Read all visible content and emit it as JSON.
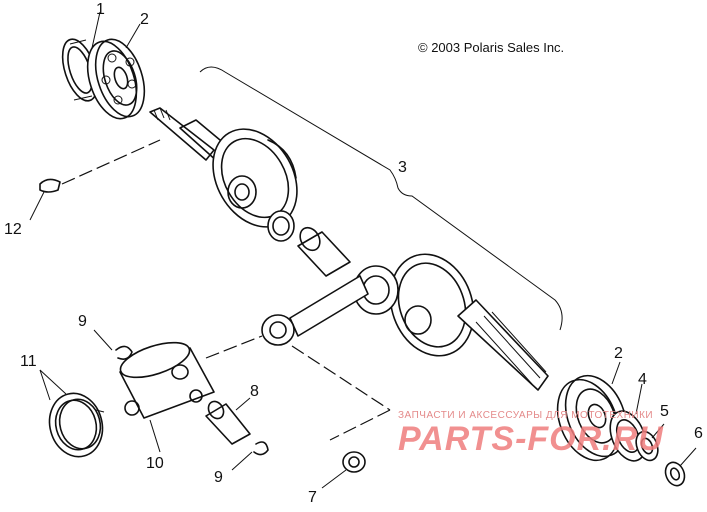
{
  "copyright": "© 2003 Polaris Sales Inc.",
  "callouts": {
    "c1": "1",
    "c2a": "2",
    "c3": "3",
    "c12": "12",
    "c2b": "2",
    "c4": "4",
    "c5": "5",
    "c6": "6",
    "c9a": "9",
    "c11": "11",
    "c8": "8",
    "c10": "10",
    "c9b": "9",
    "c7": "7"
  },
  "watermark": {
    "line": "ЗАПЧАСТИ И АКСЕССУАРЫ ДЛЯ МОТОТЕХНИКИ",
    "brand": "PARTS-FOR.RU"
  }
}
